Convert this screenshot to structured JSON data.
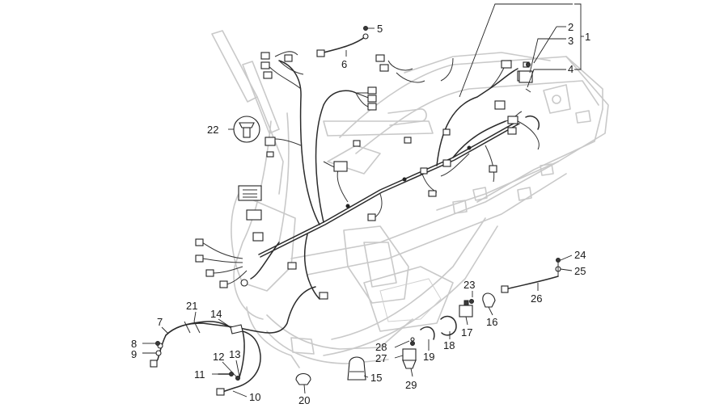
{
  "callouts": {
    "c1": "1",
    "c2": "2",
    "c3": "3",
    "c4": "4",
    "c5": "5",
    "c6": "6",
    "c7": "7",
    "c8": "8",
    "c9": "9",
    "c10": "10",
    "c11": "11",
    "c12": "12",
    "c13": "13",
    "c14": "14",
    "c15": "15",
    "c16": "16",
    "c17": "17",
    "c18": "18",
    "c19": "19",
    "c20": "20",
    "c21": "21",
    "c22": "22",
    "c23": "23",
    "c24": "24",
    "c25": "25",
    "c26": "26",
    "c27": "27",
    "c28": "28",
    "c29": "29"
  },
  "colors": {
    "frame": "#c9c9c9",
    "wiring": "#2b2b2b",
    "text": "#1a1a1a"
  }
}
